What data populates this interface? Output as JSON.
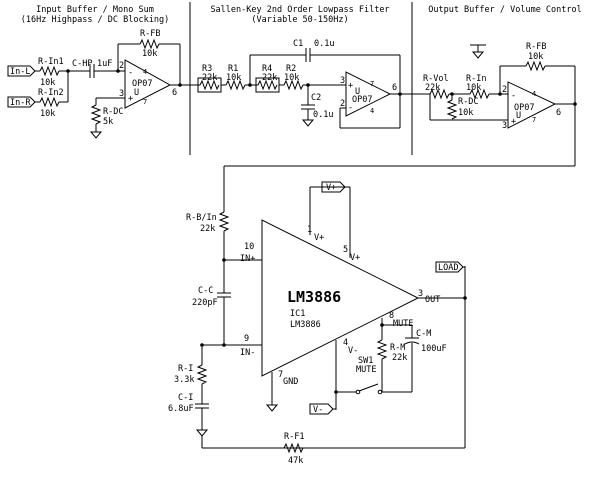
{
  "sections": {
    "input_title_1": "Input Buffer / Mono Sum",
    "input_title_2": "(16Hz Highpass / DC Blocking)",
    "filter_title_1": "Sallen-Key 2nd Order Lowpass Filter",
    "filter_title_2": "(Variable 50-150Hz)",
    "output_title": "Output Buffer / Volume Control"
  },
  "ports": {
    "in_l": "In-L",
    "in_r": "In-R",
    "vplus": "V+",
    "vminus": "V-",
    "load": "LOAD"
  },
  "input_stage": {
    "r_in1": "R-In1",
    "r_in1_val": "10k",
    "r_in2": "R-In2",
    "r_in2_val": "10k",
    "c_hp": "C-HP",
    "c_hp_val": "1uF",
    "r_fb": "R-FB",
    "r_fb_val": "10k",
    "r_dc": "R-DC",
    "r_dc_val": "5k",
    "opamp": "OP07",
    "pin_minus": "-",
    "pin_plus": "+",
    "p2": "2",
    "p3": "3",
    "p4": "4",
    "p6": "6",
    "p7": "7",
    "u": "U"
  },
  "filter_stage": {
    "r3": "R3",
    "r3_val": "22k",
    "r1": "R1",
    "r1_val": "10k",
    "r4": "R4",
    "r4_val": "22k",
    "r2": "R2",
    "r2_val": "10k",
    "c1": "C1",
    "c1_val": "0.1u",
    "c2": "C2",
    "c2_val": "0.1u",
    "opamp": "OP07",
    "pin_minus": "-",
    "pin_plus": "+",
    "p2": "2",
    "p3": "3",
    "p4": "4",
    "p6": "6",
    "p7": "7",
    "u": "U"
  },
  "output_stage": {
    "r_vol": "R-Vol",
    "r_vol_val": "22k",
    "r_in": "R-In",
    "r_in_val": "10k",
    "r_dc": "R-DC",
    "r_dc_val": "10k",
    "r_fb": "R-FB",
    "r_fb_val": "10k",
    "opamp": "OP07",
    "pin_minus": "-",
    "pin_plus": "+",
    "p2": "2",
    "p3": "3",
    "p4": "4",
    "p6": "6",
    "p7": "7",
    "u": "U"
  },
  "power_amp": {
    "name": "LM3886",
    "ic_ref": "IC1",
    "ic_part": "LM3886",
    "pin10": "10",
    "in_plus": "IN+",
    "pin9": "9",
    "in_minus": "IN-",
    "pin1": "1",
    "pin1_label": "V+",
    "pin5": "5",
    "pin5_label": "V+",
    "pin3": "3",
    "out": "OUT",
    "pin8": "8",
    "mute": "MUTE",
    "pin4": "4",
    "pin4_label": "V-",
    "pin7": "7",
    "gnd": "GND",
    "r_b_in": "R-B/In",
    "r_b_in_val": "22k",
    "c_c": "C-C",
    "c_c_val": "220pF",
    "r_i": "R-I",
    "r_i_val": "3.3k",
    "c_i": "C-I",
    "c_i_val": "6.8uF",
    "r_m": "R-M",
    "r_m_val": "22k",
    "c_m": "C-M",
    "c_m_val": "100uF",
    "sw1": "SW1",
    "sw1_label": "MUTE",
    "r_f1": "R-F1",
    "r_f1_val": "47k"
  }
}
